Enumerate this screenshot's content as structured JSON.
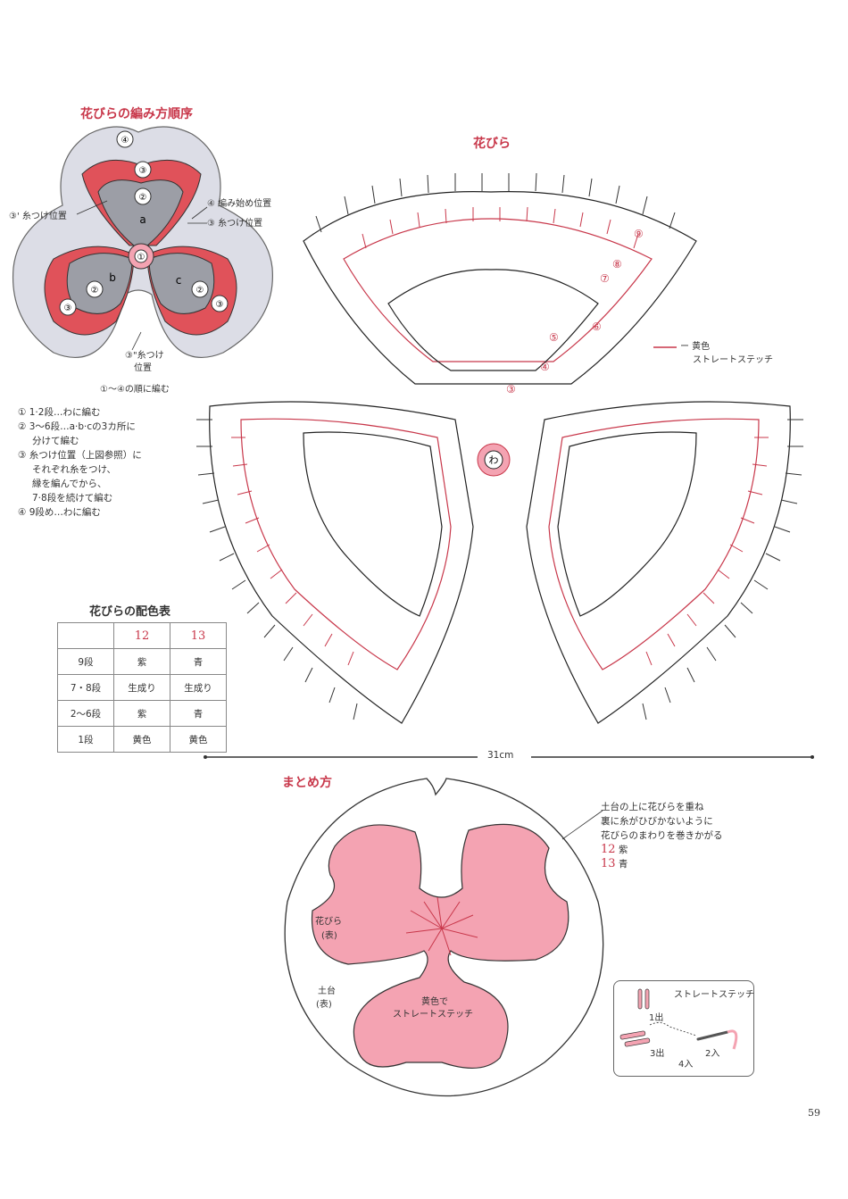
{
  "order_title": "花びらの編み方順序",
  "order_diagram": {
    "labels": {
      "a": "a",
      "b": "b",
      "c": "c"
    },
    "circles": [
      "①",
      "②",
      "③",
      "④"
    ],
    "annot": {
      "start_pos": "④ 編み始め位置",
      "attach_3": "③ 糸つけ位置",
      "attach_3p": "③' 糸つけ位置",
      "attach_3pp_line1": "③\"糸つけ",
      "attach_3pp_line2": "位置",
      "order_caption": "①〜④の順に編む"
    }
  },
  "steps": [
    "① 1·2段…わに編む",
    "② 3〜6段…a·b·cの3カ所に",
    "分けて編む",
    "③ 糸つけ位置（上図参照）に",
    "それぞれ糸をつけ、",
    "縁を編んでから、",
    "7·8段を続けて編む",
    "④ 9段め…わに編む"
  ],
  "color_table": {
    "title": "花びらの配色表",
    "headers": [
      "",
      "12",
      "13"
    ],
    "rows": [
      [
        "9段",
        "紫",
        "青"
      ],
      [
        "7・8段",
        "生成り",
        "生成り"
      ],
      [
        "2〜6段",
        "紫",
        "青"
      ],
      [
        "1段",
        "黄色",
        "黄色"
      ]
    ]
  },
  "petal_title": "花びら",
  "petal_center_label": "わ",
  "row_numbers": [
    "③",
    "④",
    "⑤",
    "⑥",
    "⑦",
    "⑧",
    "⑨"
  ],
  "legend": {
    "line1": "ー 黄色",
    "line2": "ストレートステッチ"
  },
  "width_label": "31cm",
  "assembly": {
    "title": "まとめ方",
    "note_line1": "土台の上に花びらを重ね",
    "note_line2": "裏に糸がひびかないように",
    "note_line3": "花びらのまわりを巻きかがる",
    "note_12_num": "12",
    "note_12_text": "紫",
    "note_13_num": "13",
    "note_13_text": "青",
    "petal_label_1": "花びら",
    "petal_label_2": "(表)",
    "base_label_1": "土台",
    "base_label_2": "(表)",
    "stitch_label_1": "黄色で",
    "stitch_label_2": "ストレートステッチ"
  },
  "stitch_box": {
    "title": "ストレートステッチ",
    "l1": "1出",
    "l2": "2入",
    "l3": "3出",
    "l4": "4入"
  },
  "page_number": "59",
  "colors": {
    "accent": "#c8374a",
    "pink": "#f4a3b2",
    "gray": "#9c9ea6",
    "lavender": "#dcdde6"
  }
}
